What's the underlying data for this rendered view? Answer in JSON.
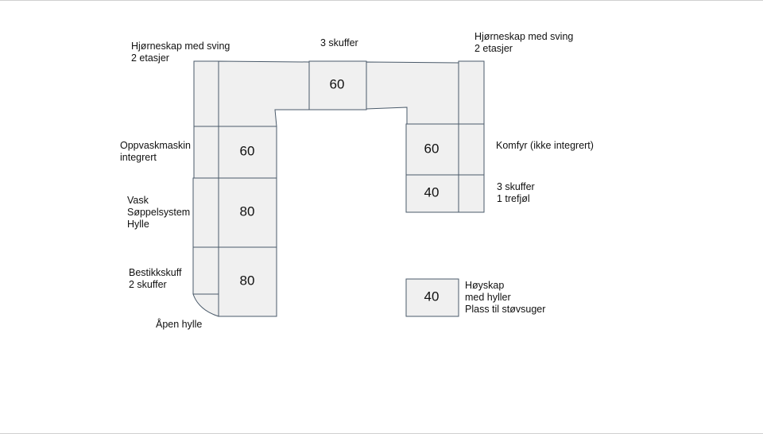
{
  "labels": {
    "corner_left": "Hjørneskap med sving\n2 etasjer",
    "drawers_top": "3 skuffer",
    "corner_right": "Hjørneskap med sving\n2 etasjer",
    "dishwasher": "Oppvaskmaskin\nintegrert",
    "sink": "Vask\nSøppelsystem\nHylle",
    "cutlery": "Bestikkskuff\n2 skuffer",
    "open_shelf": "Åpen hylle",
    "stove": "Komfyr (ikke integrert)",
    "drawers_right": "3 skuffer\n1 trefjøl",
    "tall_cabinet": "Høyskap\nmed hyller\nPlass til støvsuger"
  },
  "widths": {
    "top_middle": "60",
    "dishwasher": "60",
    "sink": "80",
    "cutlery": "80",
    "stove": "60",
    "drawers_right": "40",
    "tall_cabinet": "40"
  }
}
